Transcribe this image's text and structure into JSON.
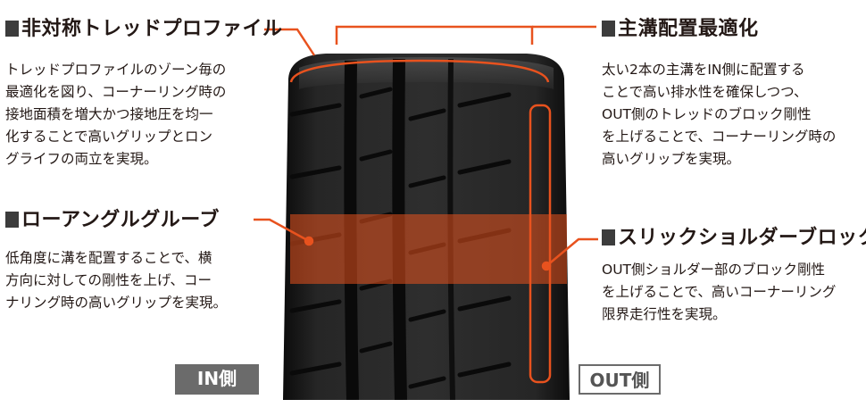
{
  "features": {
    "asymmetric": {
      "title": "非対称トレッドプロファイル",
      "lines": [
        "トレッドプロファイルのゾーン毎の",
        "最適化を図り、コーナーリング時の",
        "接地面積を増大かつ接地圧を均一",
        "化することで高いグリップとロン",
        "グライフの両立を実現。"
      ]
    },
    "low_angle": {
      "title": "ローアングルグルーブ",
      "lines": [
        "低角度に溝を配置することで、横",
        "方向に対しての剛性を上げ、コー",
        "ナリング時の高いグリップを実現。"
      ]
    },
    "main_groove": {
      "title": "主溝配置最適化",
      "lines": [
        "太い2本の主溝をIN側に配置する",
        "ことで高い排水性を確保しつつ、",
        "OUT側のトレッドのブロック剛性",
        "を上げることで、コーナーリング時の",
        "高いグリップを実現。"
      ]
    },
    "slick_shoulder": {
      "title": "スリックショルダーブロック",
      "lines": [
        "OUT側ショルダー部のブロック剛性",
        "を上げることで、高いコーナーリング",
        "限界走行性を実現。"
      ]
    }
  },
  "side_labels": {
    "in": "IN側",
    "out": "OUT側"
  },
  "colors": {
    "accent": "#e8521e",
    "text": "#231815",
    "tag_gray": "#6b6b6b",
    "tread_dark": "#1c1c1c"
  },
  "icons": {
    "bullet": "square-bullet-icon"
  }
}
